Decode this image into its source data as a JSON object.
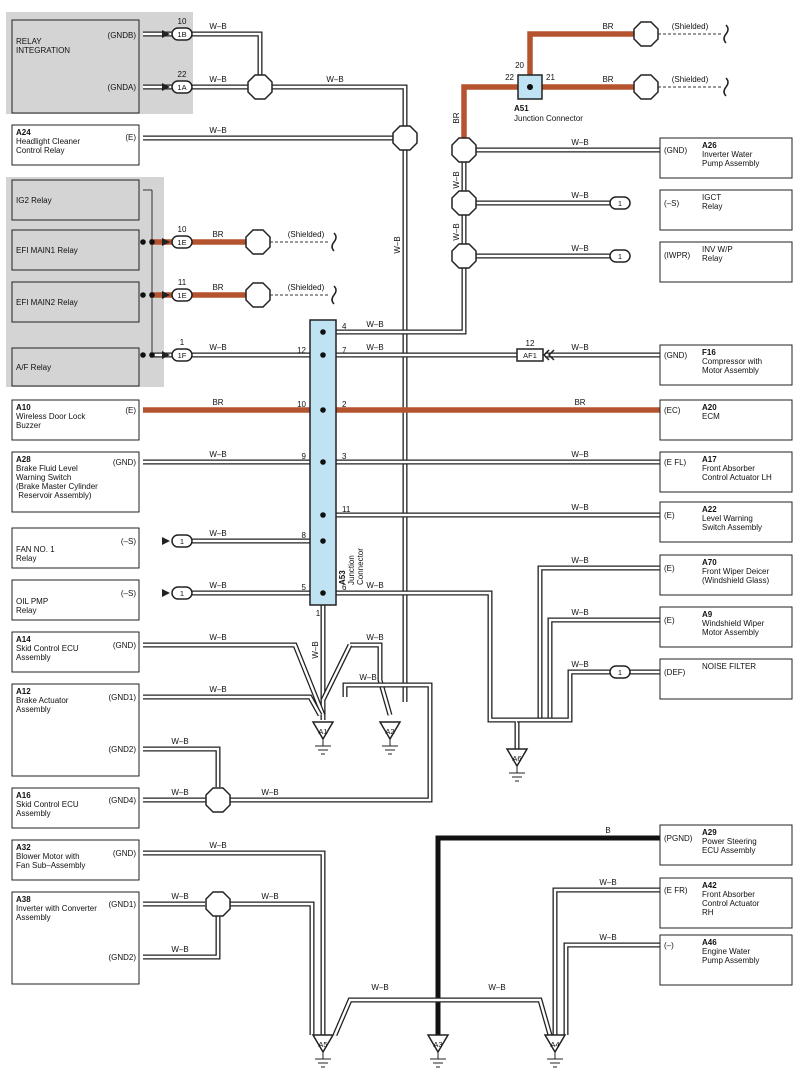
{
  "colors": {
    "wb": "#ffffff",
    "br": "#b5532e",
    "b": "#111111",
    "grey": "#d4d4d4",
    "connector": "#bfe3f3"
  },
  "wire_colors": {
    "wb": "W–B",
    "br": "BR",
    "b": "B"
  },
  "shielded": "(Shielded)",
  "left_components": {
    "relay_integration": {
      "name": "RELAY\nINTEGRATION",
      "pins": [
        {
          "term": "(GNDB)",
          "num": "10",
          "conn": "1B"
        },
        {
          "term": "(GNDA)",
          "num": "22",
          "conn": "1A"
        }
      ]
    },
    "a24": {
      "code": "A24",
      "name": "Headlight Cleaner\nControl Relay",
      "term": "(E)"
    },
    "ig2": {
      "name": "IG2 Relay"
    },
    "efi1": {
      "name": "EFI MAIN1 Relay",
      "num": "10",
      "conn": "1E"
    },
    "efi2": {
      "name": "EFI MAIN2 Relay",
      "num": "11",
      "conn": "1E"
    },
    "af": {
      "name": "A/F Relay",
      "num": "1",
      "conn": "1F"
    },
    "a10": {
      "code": "A10",
      "name": "Wireless Door Lock\nBuzzer",
      "term": "(E)"
    },
    "a28": {
      "code": "A28",
      "name": "Brake Fluid Level\nWarning Switch\n(Brake Master Cylinder\n Reservoir Assembly)",
      "term": "(GND)"
    },
    "fan": {
      "name": "FAN NO. 1\nRelay",
      "term": "(–S)",
      "conn": "1"
    },
    "oil": {
      "name": "OIL PMP\nRelay",
      "term": "(–S)",
      "conn": "1"
    },
    "a14": {
      "code": "A14",
      "name": "Skid Control ECU\nAssembly",
      "term": "(GND)"
    },
    "a12": {
      "code": "A12",
      "name": "Brake Actuator\nAssembly",
      "term1": "(GND1)",
      "term2": "(GND2)"
    },
    "a16": {
      "code": "A16",
      "name": "Skid Control ECU\nAssembly",
      "term": "(GND4)"
    },
    "a32": {
      "code": "A32",
      "name": "Blower Motor with\nFan Sub–Assembly",
      "term": "(GND)"
    },
    "a38": {
      "code": "A38",
      "name": "Inverter with Converter\nAssembly",
      "term1": "(GND1)",
      "term2": "(GND2)"
    }
  },
  "right_components": {
    "a26": {
      "code": "A26",
      "name": "Inverter Water\nPump Assembly",
      "term": "(GND)"
    },
    "igct": {
      "name": "IGCT\nRelay",
      "term": "(–S)",
      "conn": "1"
    },
    "invwp": {
      "name": "INV W/P\nRelay",
      "term": "(IWPR)",
      "conn": "1"
    },
    "f16": {
      "code": "F16",
      "name": "Compressor with\nMotor Assembly",
      "term": "(GND)"
    },
    "a20": {
      "code": "A20",
      "name": "ECM",
      "term": "(EC)"
    },
    "a17": {
      "code": "A17",
      "name": "Front Absorber\nControl Actuator LH",
      "term": "(E FL)"
    },
    "a22": {
      "code": "A22",
      "name": "Level Warning\nSwitch Assembly",
      "term": "(E)"
    },
    "a70": {
      "code": "A70",
      "name": "Front Wiper Deicer\n(Windshield Glass)",
      "term": "(E)"
    },
    "a9": {
      "code": "A9",
      "name": "Windshield Wiper\nMotor Assembly",
      "term": "(E)"
    },
    "noise": {
      "name": "NOISE FILTER",
      "term": "(DEF)",
      "conn": "1"
    },
    "a29": {
      "code": "A29",
      "name": "Power Steering\nECU Assembly",
      "term": "(PGND)"
    },
    "a42": {
      "code": "A42",
      "name": "Front Absorber\nControl Actuator\nRH",
      "term": "(E FR)"
    },
    "a46": {
      "code": "A46",
      "name": "Engine Water\nPump Assembly",
      "term": "(–)"
    }
  },
  "connectors": {
    "a51": {
      "code": "A51",
      "name": "Junction Connector",
      "pins": [
        "20",
        "22",
        "21"
      ]
    },
    "a53": {
      "code": "A53",
      "name": "Junction\nConnector",
      "pins": [
        "4",
        "12",
        "7",
        "10",
        "2",
        "9",
        "3",
        "11",
        "8",
        "5",
        "6",
        "1"
      ]
    },
    "af1": {
      "label": "AF1",
      "num": "12"
    }
  },
  "grounds": [
    "A1",
    "A2",
    "A6",
    "A5",
    "A3",
    "A4"
  ]
}
